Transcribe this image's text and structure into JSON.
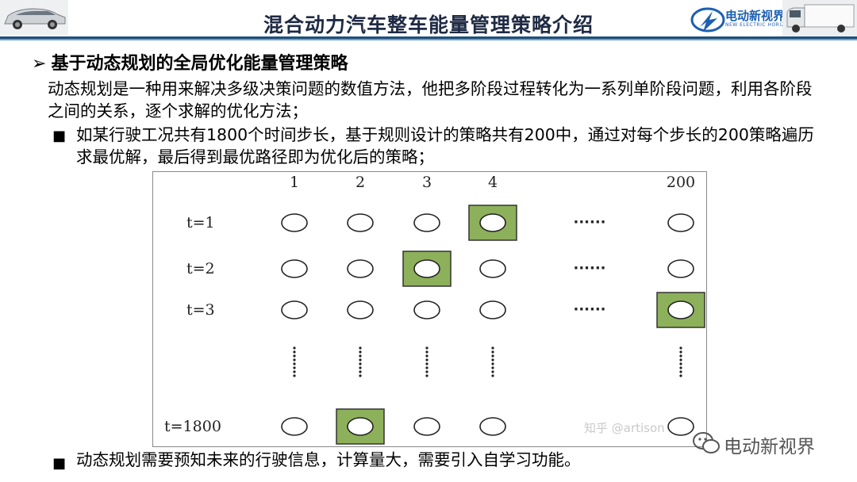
{
  "header": {
    "title": "混合动力汽车整车能量管理策略介绍",
    "logo_name": "电动新视界",
    "logo_subtitle": "NEW ELECTRIC HORIZON"
  },
  "content": {
    "heading_marker": "➢",
    "heading": "基于动态规划的全局优化能量管理策略",
    "paragraph": "动态规划是一种用来解决多级决策问题的数值方法，他把多阶段过程转化为一系列单阶段问题，利用各阶段之间的关系，逐个求解的优化方法；",
    "bullet_marker": "■",
    "bullets": [
      "如某行驶工况共有1800个时间步长，基于规则设计的策略共有200中，通过对每个步长的200策略遍历求最优解，最后得到最优路径即为优化后的策略；",
      "动态规划需要预知未来的行驶信息，计算量大，需要引入自学习功能。"
    ]
  },
  "figure": {
    "columns": [
      "1",
      "2",
      "3",
      "4",
      "200"
    ],
    "rows": [
      "t=1",
      "t=2",
      "t=3",
      "t=1800"
    ],
    "ellipsis": "······",
    "highlight_color": "#8db05a"
  },
  "watermark": {
    "text": "知乎 @artison",
    "wechat": "电动新视界"
  }
}
